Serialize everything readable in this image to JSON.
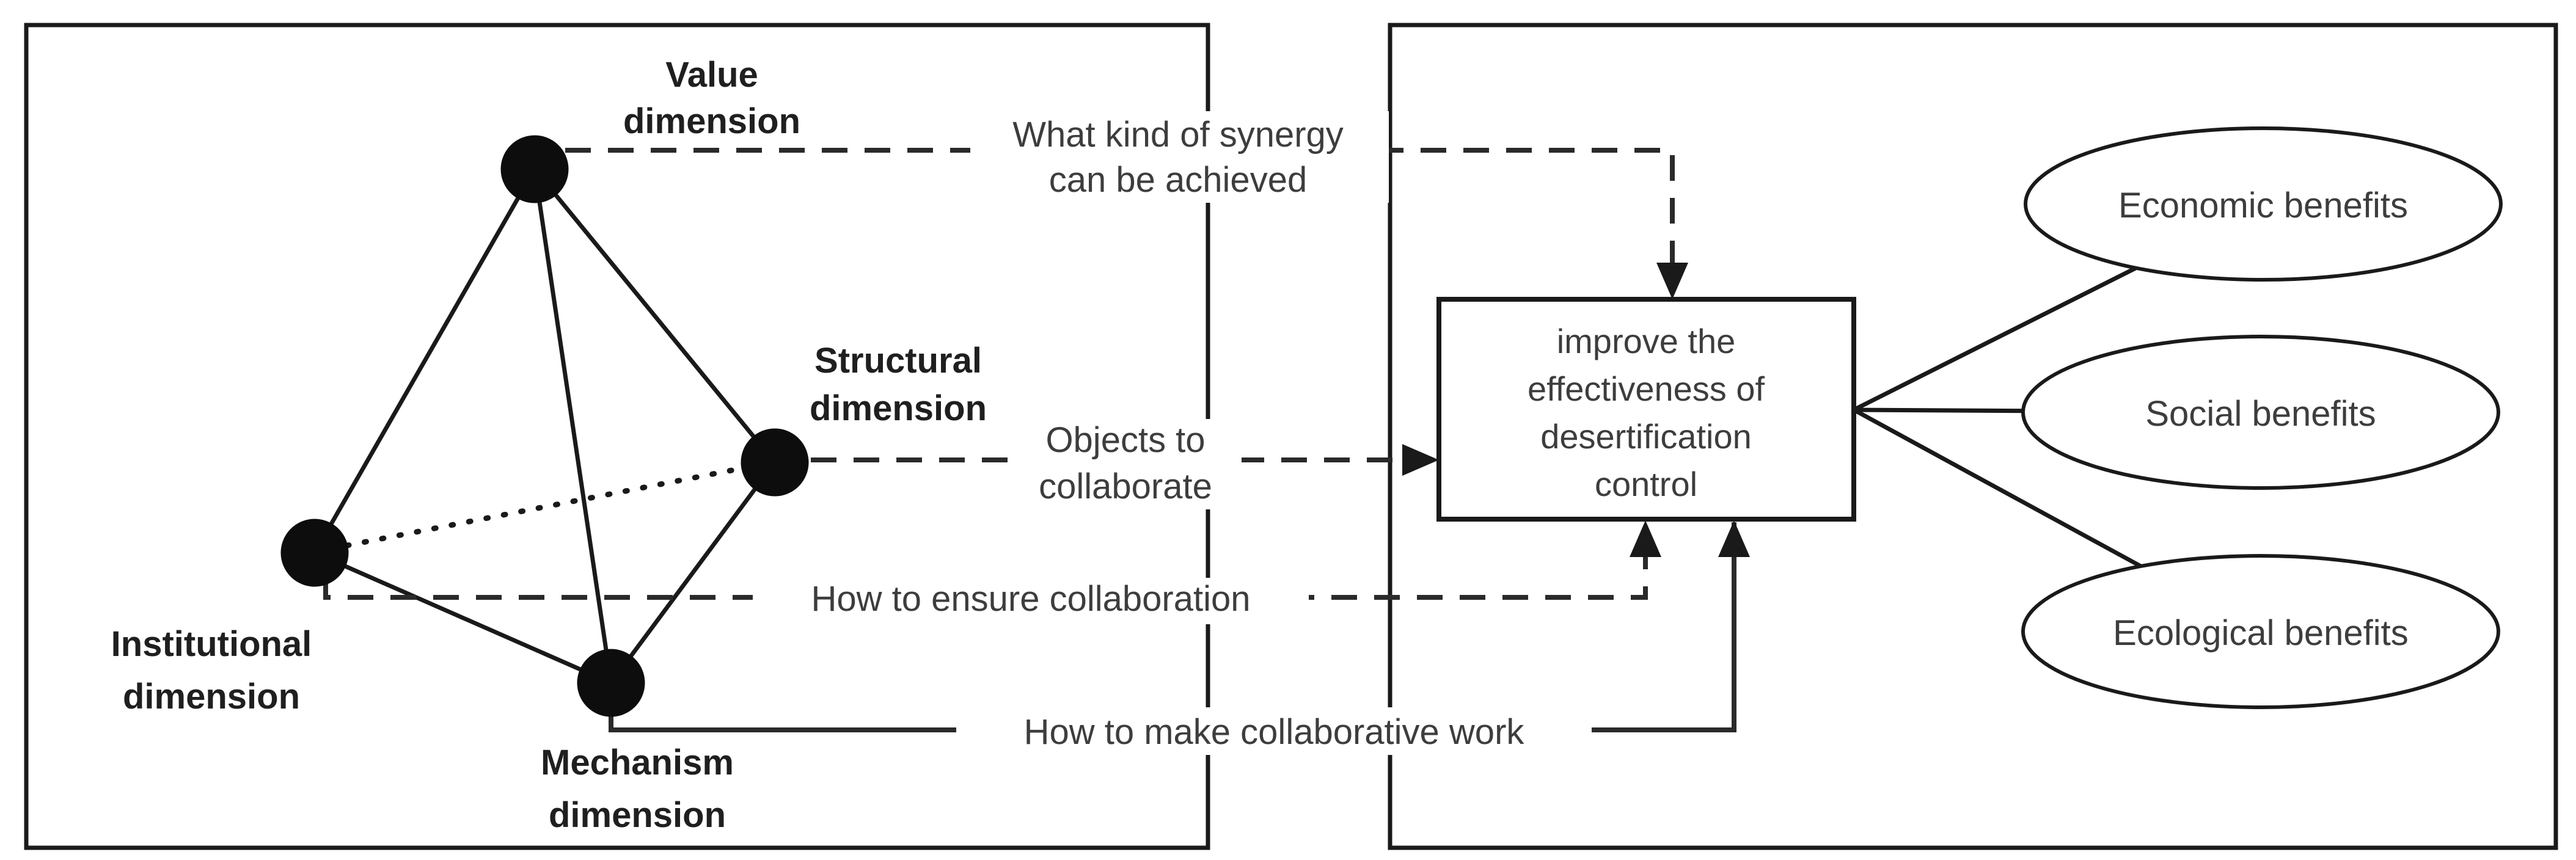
{
  "left_panel": {
    "value_label": {
      "line1": "Value",
      "line2": "dimension"
    },
    "structural_label": {
      "line1": "Structural",
      "line2": "dimension"
    },
    "institutional_label": {
      "line1": "Institutional",
      "line2": "dimension"
    },
    "mechanism_label": {
      "line1": "Mechanism",
      "line2": "dimension"
    }
  },
  "connectors": {
    "synergy": {
      "line1": "What kind of synergy",
      "line2": "can be achieved"
    },
    "objects": {
      "line1": "Objects to",
      "line2": "collaborate"
    },
    "ensure": {
      "text": "How to ensure collaboration"
    },
    "make": {
      "text": "How to make collaborative work"
    }
  },
  "goal_box": {
    "line1": "improve the",
    "line2": "effectiveness of",
    "line3": "desertification",
    "line4": "control"
  },
  "benefits": {
    "economic": "Economic benefits",
    "social": "Social benefits",
    "ecological": "Ecological benefits"
  },
  "colors": {
    "line": "#1a1a1a",
    "label_text": "#1f1f1f",
    "body_text": "#3d3d3d",
    "background": "#ffffff"
  }
}
